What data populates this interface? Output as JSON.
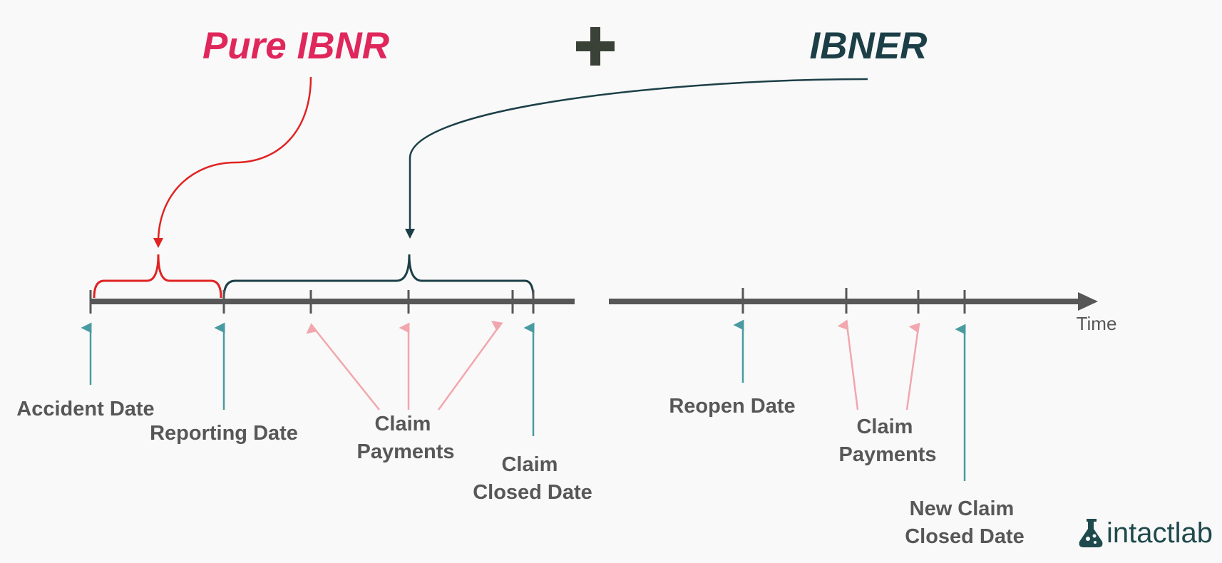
{
  "titles": {
    "left": "Pure IBNR",
    "right": "IBNER"
  },
  "timeline": {
    "axis_label": "Time"
  },
  "labels": {
    "accident_date": "Accident Date",
    "reporting_date": "Reporting Date",
    "claim_payments_1": [
      "Claim",
      "Payments"
    ],
    "claim_closed_date": [
      "Claim",
      "Closed Date"
    ],
    "reopen_date": "Reopen Date",
    "claim_payments_2": [
      "Claim",
      "Payments"
    ],
    "new_claim_closed_date": [
      "New Claim",
      "Closed Date"
    ]
  },
  "logo": {
    "text": "intactlab",
    "icon": "flask-icon"
  },
  "colors": {
    "pure_ibnr": "#e0275c",
    "pure_ibnr_brace": "#e02323",
    "ibner": "#1c3f47",
    "timeline": "#575757",
    "teal_arrow": "#4a9ba1",
    "pink_arrow": "#f2a6ae",
    "plus": "#3a4238"
  }
}
